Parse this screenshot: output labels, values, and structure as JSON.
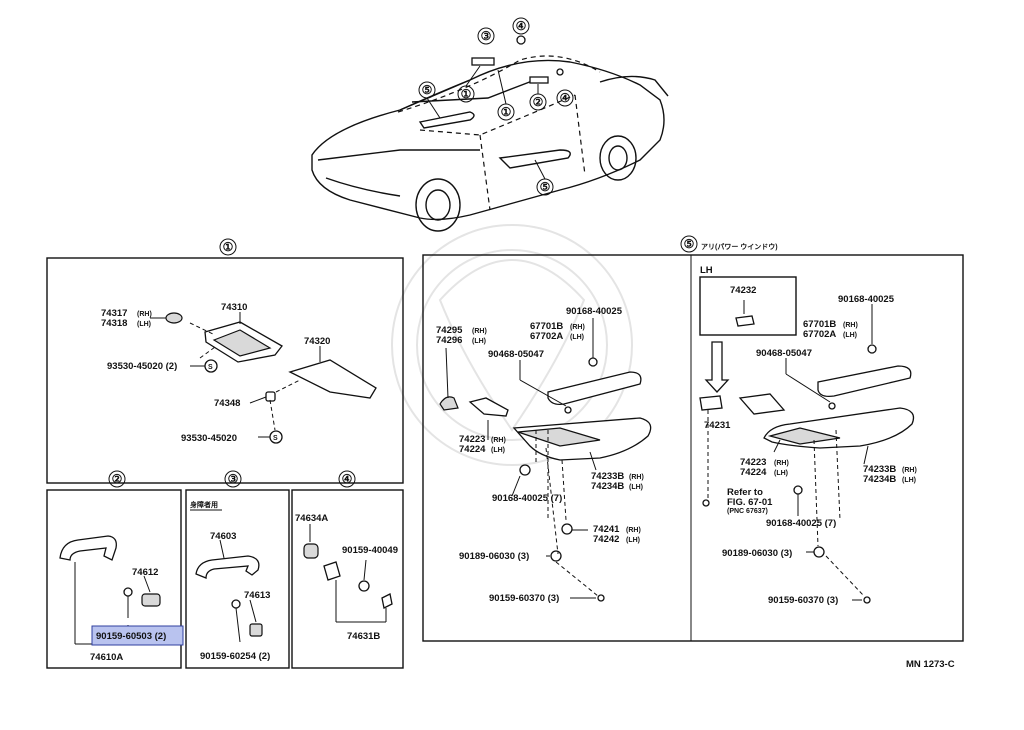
{
  "page_code": "MN 1273-C",
  "callouts": {
    "c1": "①",
    "c2": "②",
    "c3": "③",
    "c4": "④",
    "c5": "⑤"
  },
  "car": {
    "markers": [
      "③",
      "④",
      "⑤",
      "①",
      "①",
      "②",
      "④",
      "⑤"
    ]
  },
  "panel1": {
    "title": "①",
    "labels": {
      "p74317": "74317",
      "p74317_side": "(RH)",
      "p74318": "74318",
      "p74318_side": "(LH)",
      "p74310": "74310",
      "p74320": "74320",
      "p93530a": "93530-45020 (2)",
      "p74348": "74348",
      "p93530b": "93530-45020",
      "s_mark": "S"
    }
  },
  "panel2": {
    "title": "②",
    "labels": {
      "p74612": "74612",
      "p90159": "90159-60503 (2)",
      "p74610A": "74610A"
    }
  },
  "panel3": {
    "title": "③",
    "note": "身障者用",
    "labels": {
      "p74603": "74603",
      "p74613": "74613",
      "p90159": "90159-60254 (2)"
    }
  },
  "panel4": {
    "title": "④",
    "labels": {
      "p74634A": "74634A",
      "p90159": "90159-40049",
      "p74631B": "74631B"
    }
  },
  "panel5": {
    "title": "⑤",
    "subtitle": "アリ(パワー ウインドウ)",
    "left": {
      "p74295": "74295",
      "p74295_side": "(RH)",
      "p74296": "74296",
      "p74296_side": "(LH)",
      "p90168a": "90168-40025",
      "p67701B": "67701B",
      "p67701B_side": "(RH)",
      "p67702A": "67702A",
      "p67702A_side": "(LH)",
      "p90468": "90468-05047",
      "p74223": "74223",
      "p74223_side": "(RH)",
      "p74224": "74224",
      "p74224_side": "(LH)",
      "p74233B": "74233B",
      "p74233B_side": "(RH)",
      "p74234B": "74234B",
      "p74234B_side": "(LH)",
      "p90168b": "90168-40025 (7)",
      "p74241": "74241",
      "p74241_side": "(RH)",
      "p74242": "74242",
      "p74242_side": "(LH)",
      "p90189": "90189-06030 (3)",
      "p90159": "90159-60370 (3)"
    },
    "right": {
      "lh": "LH",
      "p74232": "74232",
      "p90168a": "90168-40025",
      "p67701B": "67701B",
      "p67701B_side": "(RH)",
      "p67702A": "67702A",
      "p67702A_side": "(LH)",
      "p90468": "90468-05047",
      "p74231": "74231",
      "p74223": "74223",
      "p74223_side": "(RH)",
      "p74224": "74224",
      "p74224_side": "(LH)",
      "p74233B": "74233B",
      "p74233B_side": "(RH)",
      "p74234B": "74234B",
      "p74234B_side": "(LH)",
      "refer1": "Refer to",
      "refer2": "FIG. 67-01",
      "refer3": "(PNC 67637)",
      "p90168b": "90168-40025 (7)",
      "p90189": "90189-06030 (3)",
      "p90159": "90159-60370 (3)"
    }
  },
  "colors": {
    "ink": "#111111",
    "highlight_fill": "#b9c3ef",
    "highlight_stroke": "#2f3f9f",
    "watermark": "#e4e4e4"
  }
}
